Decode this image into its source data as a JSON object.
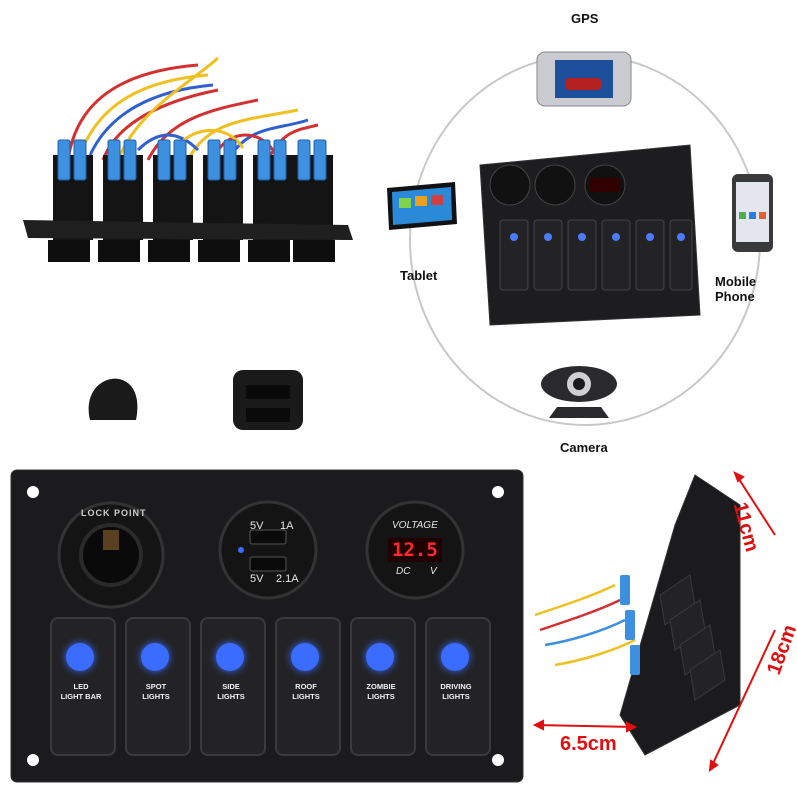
{
  "devices": {
    "gps": "GPS",
    "tablet": "Tablet",
    "mobile": "Mobile Phone",
    "camera": "Camera"
  },
  "panel": {
    "lock_point": "LOCK POINT",
    "usb": {
      "top_v": "5V",
      "top_a": "1A",
      "bottom_v": "5V",
      "bottom_a": "2.1A"
    },
    "voltmeter": {
      "title": "VOLTAGE",
      "reading": "12.5",
      "dc": "DC",
      "unit": "V"
    },
    "switches": [
      {
        "line1": "LED",
        "line2": "LIGHT BAR"
      },
      {
        "line1": "SPOT",
        "line2": "LIGHTS"
      },
      {
        "line1": "SIDE",
        "line2": "LIGHTS"
      },
      {
        "line1": "ROOF",
        "line2": "LIGHTS"
      },
      {
        "line1": "ZOMBIE",
        "line2": "LIGHTS"
      },
      {
        "line1": "DRIVING",
        "line2": "LIGHTS"
      }
    ]
  },
  "dimensions": {
    "height": "11cm",
    "length": "18cm",
    "depth": "6.5cm"
  },
  "colors": {
    "led_blue": "#3a6cff",
    "panel": "#1b1b1d",
    "display_red": "#ff2a2a",
    "dimension_red": "#e01010"
  }
}
